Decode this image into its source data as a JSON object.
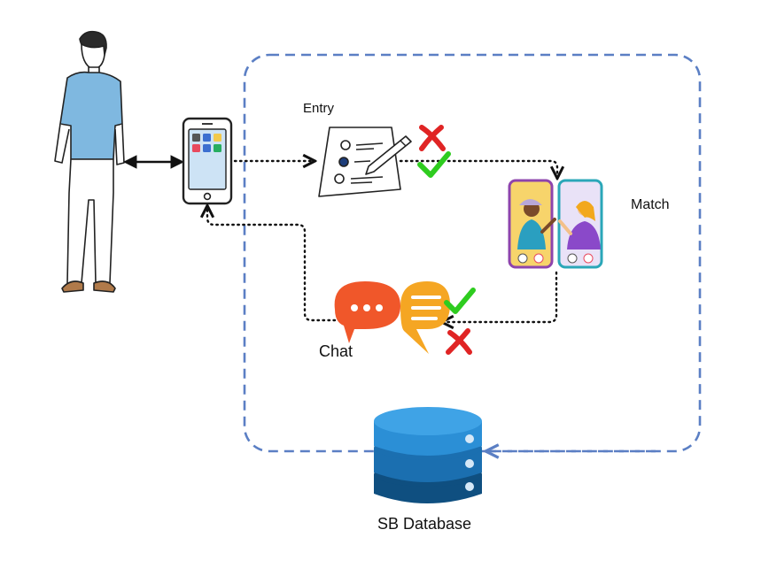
{
  "labels": {
    "entry": "Entry",
    "match": "Match",
    "chat": "Chat",
    "database": "SB Database"
  },
  "icons": {
    "person": "standing-man-icon",
    "phone": "smartphone-icon",
    "form": "entry-form-icon",
    "profiles": "matching-profiles-icon",
    "chat": "chat-bubbles-icon",
    "database": "database-icon",
    "check": "check-mark-icon",
    "cross": "cross-mark-icon"
  },
  "colors": {
    "boundary": "#5b7fc4",
    "check": "#2ecc1f",
    "cross": "#e02424",
    "chat_orange": "#f0572a",
    "chat_yellow": "#f5a623",
    "db_top": "#2b8fd6",
    "db_mid": "#1b6fb0",
    "db_bottom": "#0f4f80",
    "phone_left": "#8e44ad",
    "phone_right": "#2aa7b8"
  }
}
